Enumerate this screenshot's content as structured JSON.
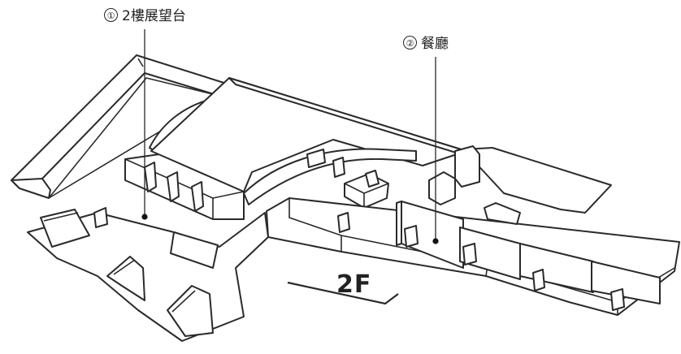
{
  "diagram": {
    "labels": [
      {
        "number": "①",
        "text": "2樓展望台"
      },
      {
        "number": "②",
        "text": "餐廳"
      }
    ],
    "floor": "2F"
  }
}
